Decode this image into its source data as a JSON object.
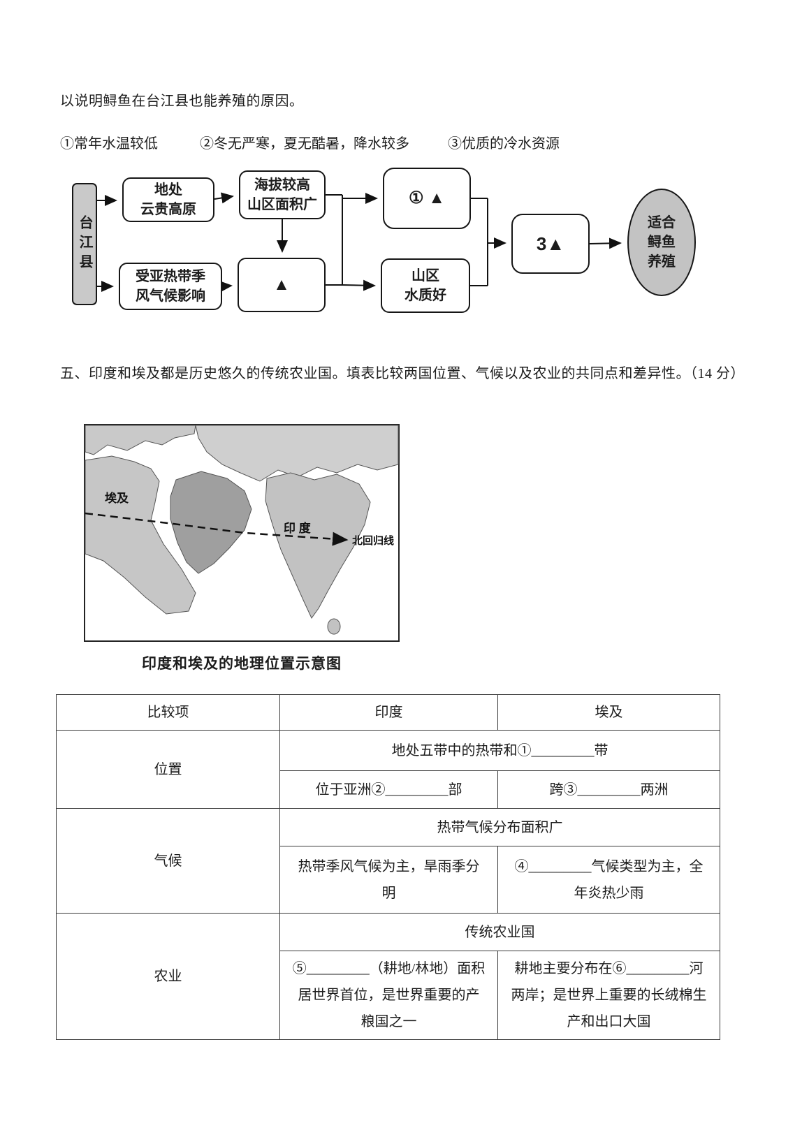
{
  "intro": {
    "reason_line": "以说明鲟鱼在台江县也能养殖的原因。",
    "options": [
      "①常年水温较低",
      "②冬无严寒，夏无酷暑，降水较多",
      "③优质的冷水资源"
    ]
  },
  "flowchart": {
    "start": "台江县",
    "plateau": "地处\n云贵高原",
    "altitude": "海拔较高\n山区面积广",
    "monsoon": "受亚热带季\n风气候影响",
    "blank_mid": "▲",
    "blank_top": "① ▲",
    "water_quality": "山区\n水质好",
    "blank_final": "3▲",
    "result": "适合\n鲟鱼\n养殖"
  },
  "section_heading": "五、印度和埃及都是历史悠久的传统农业国。填表比较两国位置、气候以及农业的共同点和差异性。（14 分）",
  "map": {
    "label_egypt": "埃及",
    "label_india": "印 度",
    "label_tropic": "北回归线",
    "caption": "印度和埃及的地理位置示意图"
  },
  "table": {
    "headers": [
      "比较项",
      "印度",
      "埃及"
    ],
    "location": {
      "label": "位置",
      "shared": "地处五带中的热带和①_________带",
      "india": "位于亚洲②_________部",
      "egypt": "跨③_________两洲"
    },
    "climate": {
      "label": "气候",
      "shared": "热带气候分布面积广",
      "india": "热带季风气候为主，旱雨季分明",
      "egypt": "④_________气候类型为主，全年炎热少雨"
    },
    "agriculture": {
      "label": "农业",
      "shared": "传统农业国",
      "india": "⑤_________（耕地/林地）面积居世界首位，是世界重要的产粮国之一",
      "egypt": "耕地主要分布在⑥_________河两岸；是世界上重要的长绒棉生产和出口大国"
    }
  }
}
